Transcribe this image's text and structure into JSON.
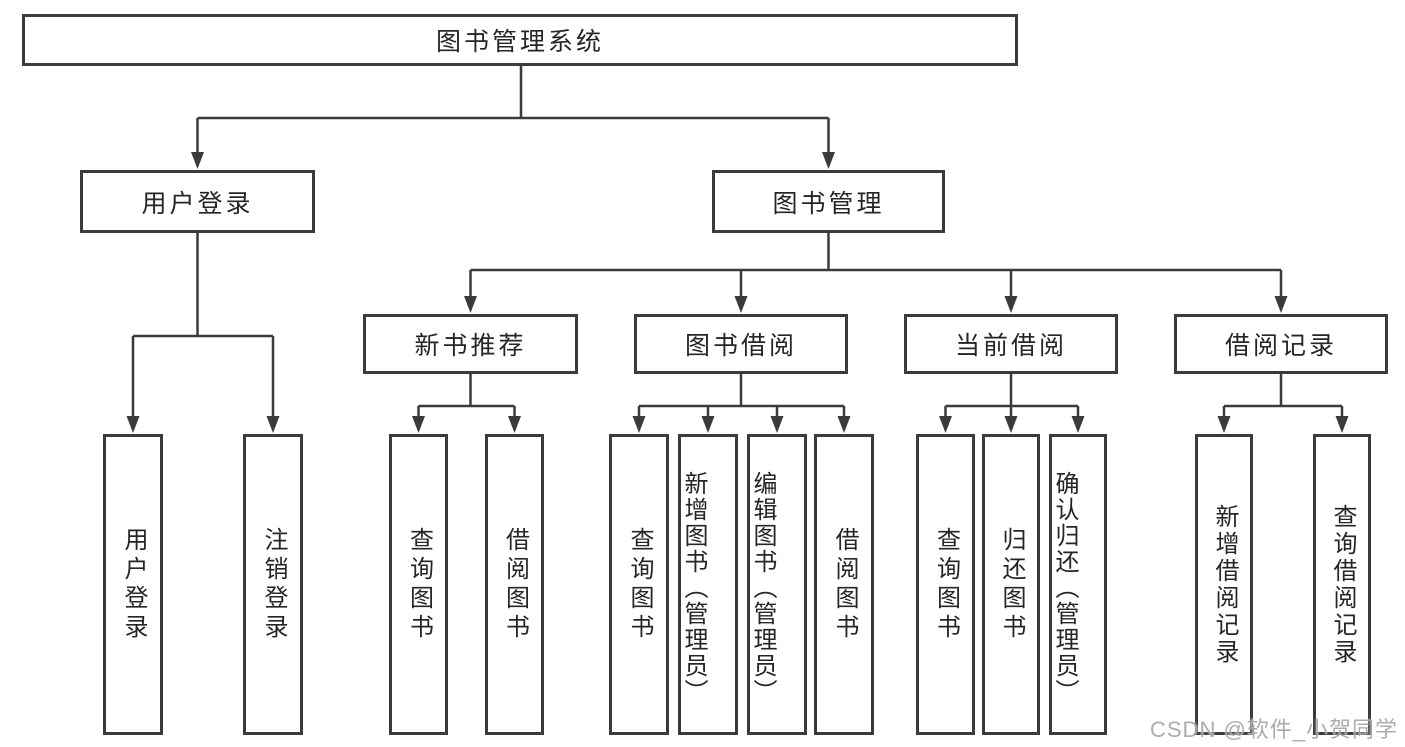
{
  "diagram_title": "图书管理系统",
  "nodes": {
    "root": {
      "label": "图书管理系统"
    },
    "userLogin": {
      "label": "用户登录"
    },
    "bookManagement": {
      "label": "图书管理"
    },
    "newBookRec": {
      "label": "新书推荐"
    },
    "bookBorrow": {
      "label": "图书借阅"
    },
    "currentBorrow": {
      "label": "当前借阅"
    },
    "borrowRecords": {
      "label": "借阅记录"
    },
    "leafUserLogin": {
      "label": "用户登录"
    },
    "leafLogout": {
      "label": "注销登录"
    },
    "leafRecQueryBook": {
      "label": "查询图书"
    },
    "leafRecBorrowBook": {
      "label": "借阅图书"
    },
    "leafBorrowQueryBook": {
      "label": "查询图书"
    },
    "leafBorrowAddBook": {
      "label": "新增图书（管理员）"
    },
    "leafBorrowEditBook": {
      "label": "编辑图书（管理员）"
    },
    "leafBorrowBorrowBook": {
      "label": "借阅图书"
    },
    "leafCurrentQueryBook": {
      "label": "查询图书"
    },
    "leafCurrentReturnBook": {
      "label": "归还图书"
    },
    "leafCurrentConfirmReturn": {
      "label": "确认归还（管理员）"
    },
    "leafRecordAdd": {
      "label": "新增借阅记录"
    },
    "leafRecordQuery": {
      "label": "查询借阅记录"
    }
  },
  "watermark": {
    "text": "CSDN @软件_小贺同学"
  },
  "colors": {
    "line": "#3b3b3b",
    "box_border": "#3b3b3b",
    "text": "#262626",
    "background": "#ffffff",
    "watermark": "#9e9e9e"
  }
}
